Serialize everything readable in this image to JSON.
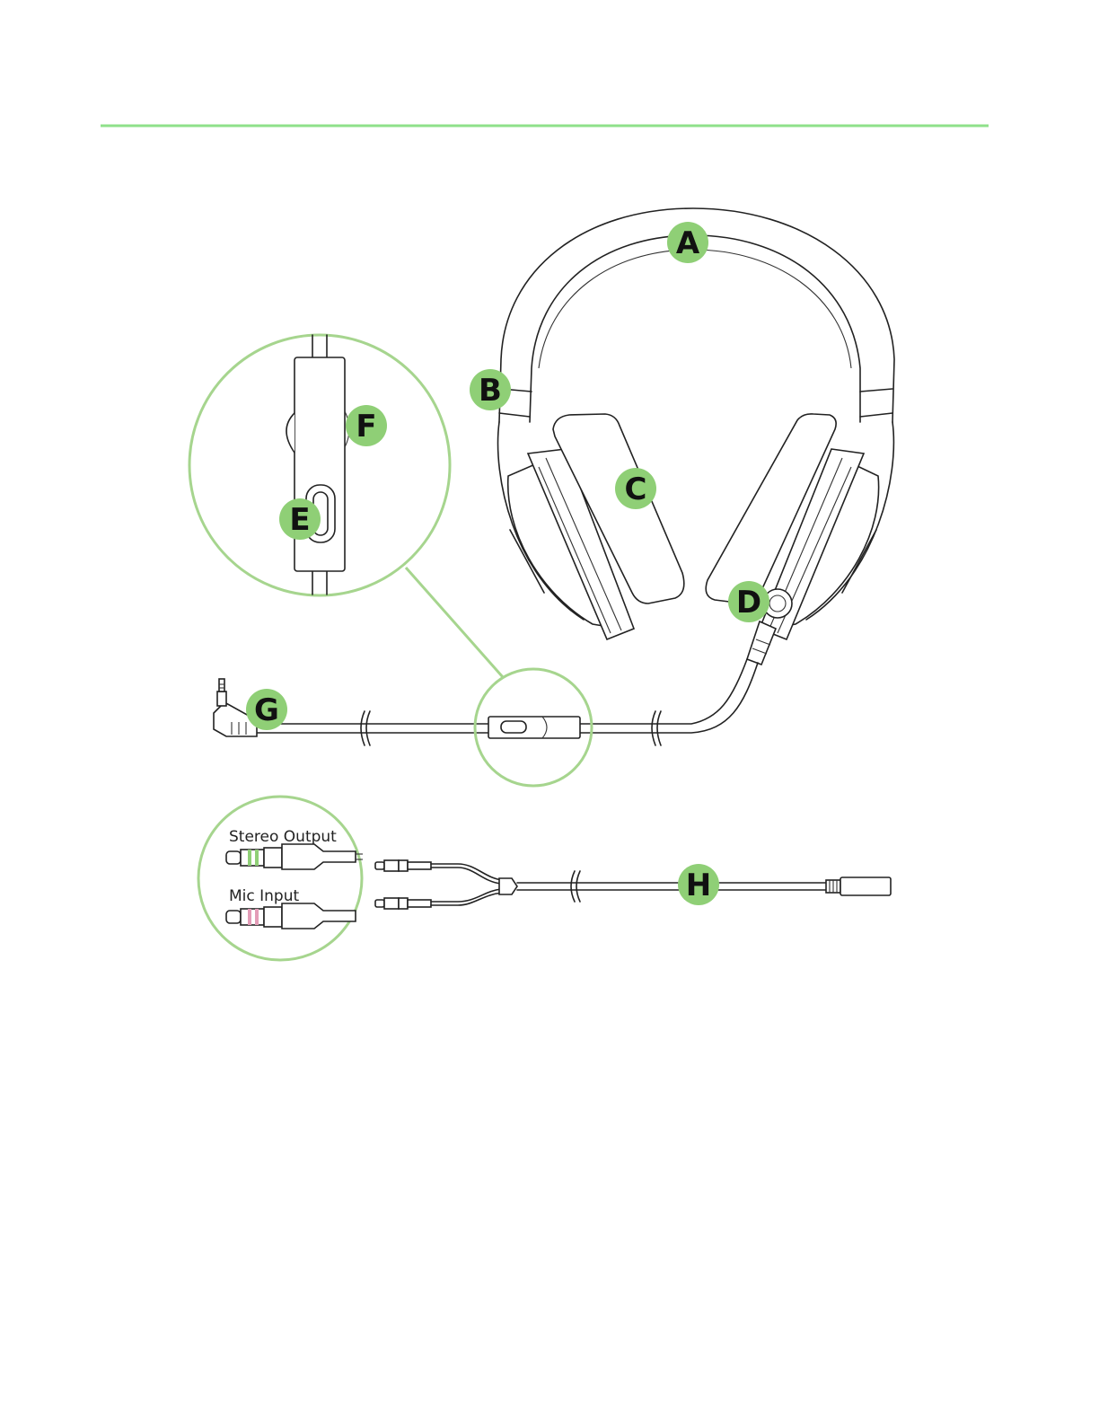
{
  "colors": {
    "accent": "#8fe08a",
    "callout_fill": "#8fcf76",
    "zoom_circle": "#a6d58e",
    "line": "#222222",
    "stereo_band": "#8fcf76",
    "mic_band": "#e39cb7"
  },
  "callouts": [
    {
      "id": "A",
      "label": "A"
    },
    {
      "id": "B",
      "label": "B"
    },
    {
      "id": "C",
      "label": "C"
    },
    {
      "id": "D",
      "label": "D"
    },
    {
      "id": "E",
      "label": "E"
    },
    {
      "id": "F",
      "label": "F"
    },
    {
      "id": "G",
      "label": "G"
    },
    {
      "id": "H",
      "label": "H"
    }
  ],
  "splitter": {
    "stereo_output": "Stereo Output",
    "mic_input": "Mic Input"
  }
}
